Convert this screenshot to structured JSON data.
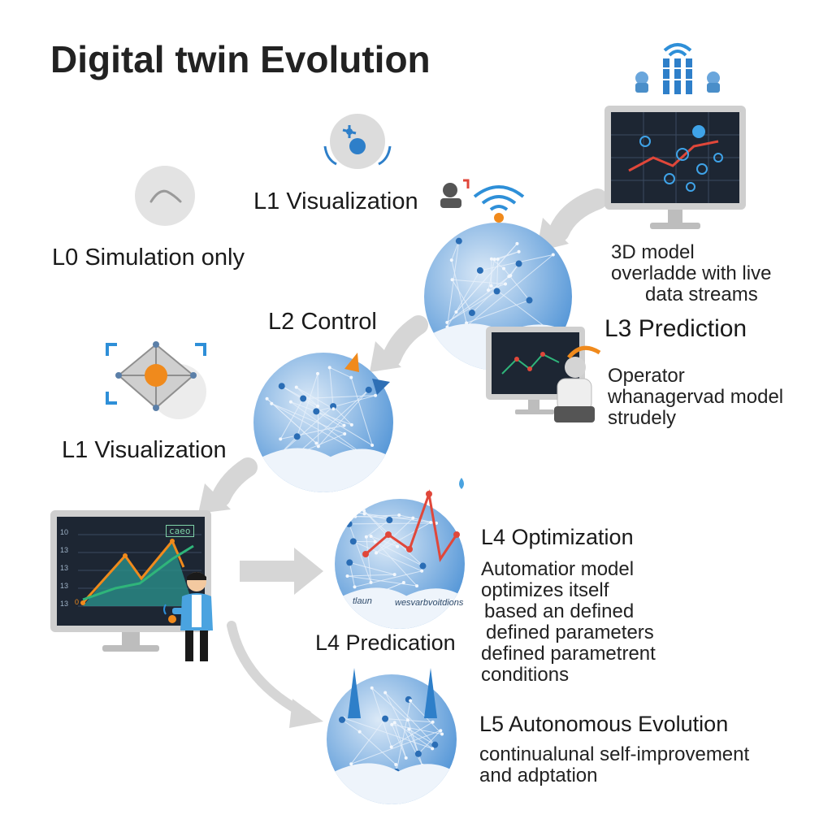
{
  "title": "Digital twin Evolution",
  "stages": {
    "l0": {
      "label": "L0 Simulation only"
    },
    "l1_top": {
      "label": "L1 Visualization"
    },
    "l1_left": {
      "label": "L1 Visualization"
    },
    "l2": {
      "label": "L2 Control"
    },
    "l3": {
      "label": "L3 Prediction",
      "desc_top": [
        "3D model",
        "overladde with live",
        "data streams"
      ],
      "desc_bottom": [
        "Operator",
        "whanagervad model",
        "strudely"
      ]
    },
    "l4_opt": {
      "label": "L4 Optimization",
      "desc": [
        "Automatior model",
        "optimizes itself",
        "based an defined",
        "defined parameters",
        "defined parametrent",
        "conditions"
      ]
    },
    "l4_pred": {
      "label": "L4 Predication"
    },
    "l5": {
      "label": "L5 Autonomous Evolution",
      "desc": [
        "continualunal self-improvement",
        "and adptation"
      ]
    }
  },
  "monitor_left": {
    "tag": "caeo",
    "y_ticks": [
      "10",
      "13",
      "13",
      "13",
      "13",
      "0"
    ]
  },
  "sphere_l4_caption": [
    "tlaun",
    "wesvarbvoitdions"
  ],
  "colors": {
    "sphere_blue": "#4f93d6",
    "sphere_light": "#dbe9f7",
    "accent_orange": "#f08a1c",
    "arrow_grey": "#d3d3d3",
    "screen_dark": "#1d2633",
    "chart_green": "#2fb57a",
    "chart_red": "#e0473a"
  },
  "icons": [
    "signal-tower-icon",
    "wifi-icon",
    "user-icon",
    "operator-icon",
    "engineer-icon",
    "node-cube-icon",
    "curve-icon"
  ]
}
